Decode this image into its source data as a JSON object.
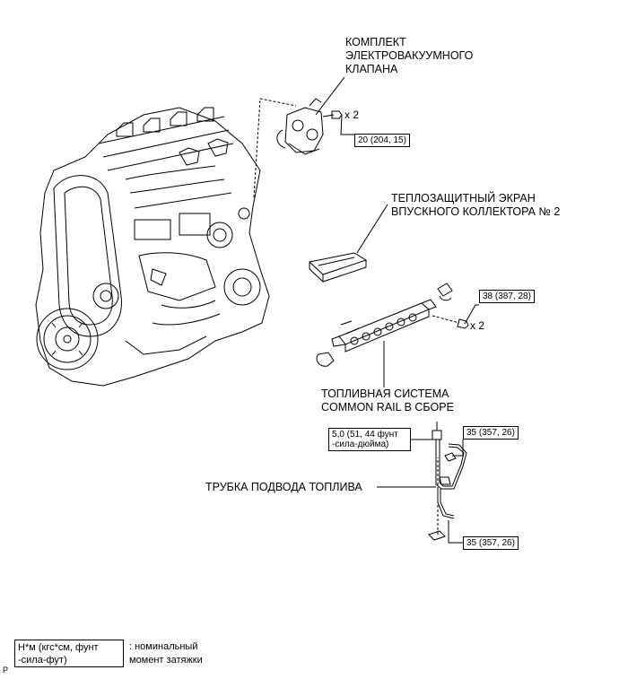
{
  "labels": {
    "valve_kit": [
      "КОМПЛЕКТ",
      "ЭЛЕКТРОВАКУУМНОГО",
      "КЛАПАНА"
    ],
    "heat_shield": [
      "ТЕПЛОЗАЩИТНЫЙ ЭКРАН",
      "ВПУСКНОГО КОЛЛЕКТОРА № 2"
    ],
    "common_rail": [
      "ТОПЛИВНАЯ СИСТЕМА",
      "COMMON RAIL В СБОРЕ"
    ],
    "fuel_pipe": "ТРУБКА ПОДВОДА ТОПЛИВА"
  },
  "torques": {
    "valve_bolt": "20 (204, 15)",
    "rail_bolt": "38 (387, 28)",
    "pipe_bolt": [
      "5,0 (51, 44 фунт",
      "-сила-дюйма)"
    ],
    "pipe_nut_upper": "35 (357, 26)",
    "pipe_nut_lower": "35 (357, 26)"
  },
  "multipliers": {
    "valve": "x 2",
    "rail": "x 2"
  },
  "legend": {
    "unit": [
      "Н*м (кгс*см, фунт",
      "-сила-фут)"
    ],
    "description": [
      ": номинальный",
      "момент затяжки"
    ]
  },
  "corner_mark": "P"
}
